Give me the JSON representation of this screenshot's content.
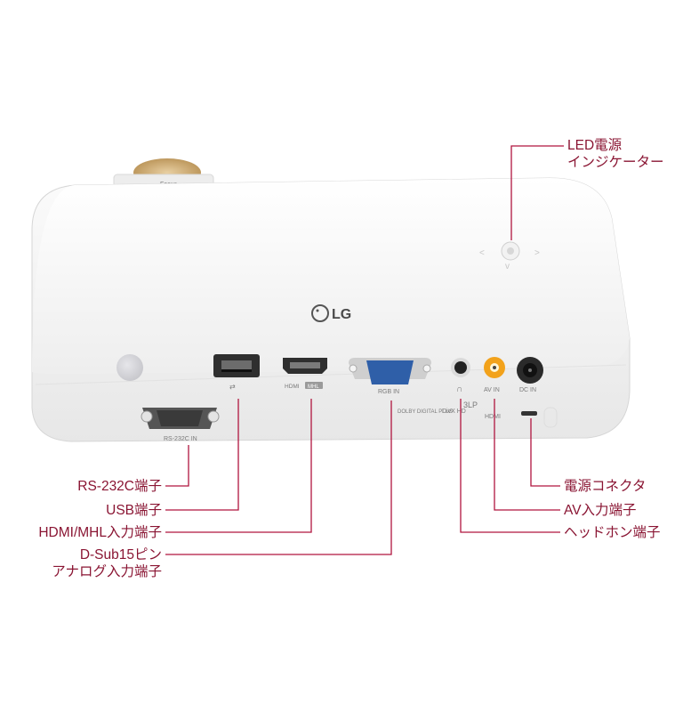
{
  "device": {
    "brand_logo": "LG",
    "focus_label": "Focus",
    "ports": {
      "rs232c": "RS-232C IN",
      "hdmi_mark": "HDMI",
      "mhl_mark": "MHL",
      "rgb": "RGB IN",
      "av": "AV IN",
      "dc": "DC IN"
    },
    "certifications": [
      "DOLBY DIGITAL PLUS",
      "DivX HD",
      "3LP",
      "HDMI"
    ]
  },
  "callouts": {
    "led_line1": "LED電源",
    "led_line2": "インジケーター",
    "rs232c": "RS-232C端子",
    "usb": "USB端子",
    "hdmi": "HDMI/MHL入力端子",
    "dsub_line1": "D-Sub15ピン",
    "dsub_line2": "アナログ入力端子",
    "power": "電源コネクタ",
    "av": "AV入力端子",
    "headphone": "ヘッドホン端子"
  },
  "colors": {
    "callout_text": "#8a1533",
    "callout_line": "#b0153f",
    "device_body": "#f7f7f7",
    "vga_blue": "#2f5fa8",
    "av_yellow": "#f2a21b"
  }
}
